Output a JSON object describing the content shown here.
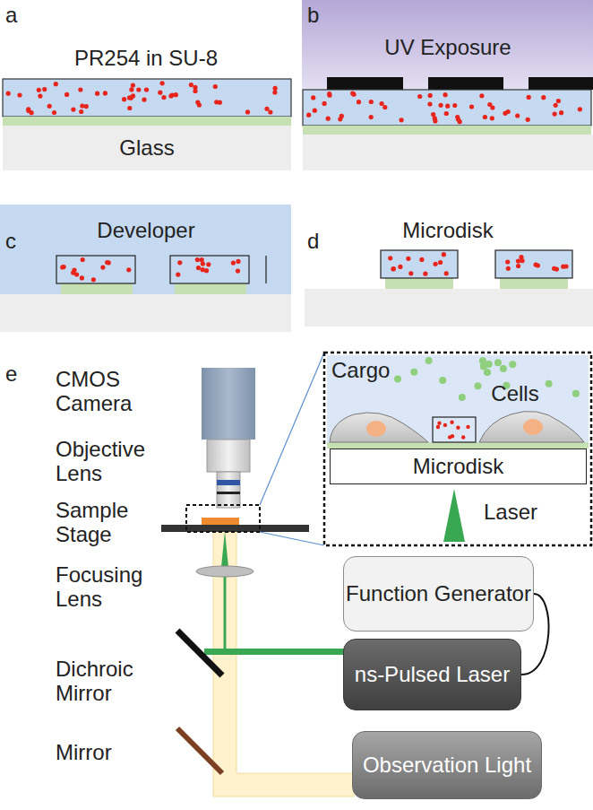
{
  "diagram": {
    "nodes": [
      {
        "text": [
          "Glass"
        ]
      },
      {
        "text": [
          "Microdisk"
        ]
      },
      {
        "text": [
          "Function Generator"
        ]
      },
      {
        "text": [
          "ns-Pulsed Laser"
        ]
      },
      {
        "text": [
          "Observation Light"
        ]
      }
    ],
    "edges": [
      {
        "from": 2,
        "to": 3,
        "arrow": "none"
      }
    ],
    "labels": [
      "a",
      "PR254 in SU-8",
      "b",
      "UV Exposure",
      "c",
      "Developer",
      "d",
      "Microdisk",
      "e",
      "CMOS Camera",
      "Objective Lens",
      "Sample Stage",
      "Focusing Lens",
      "Dichroic Mirror",
      "Mirror",
      "Cargo",
      "Cells",
      "Laser"
    ]
  }
}
